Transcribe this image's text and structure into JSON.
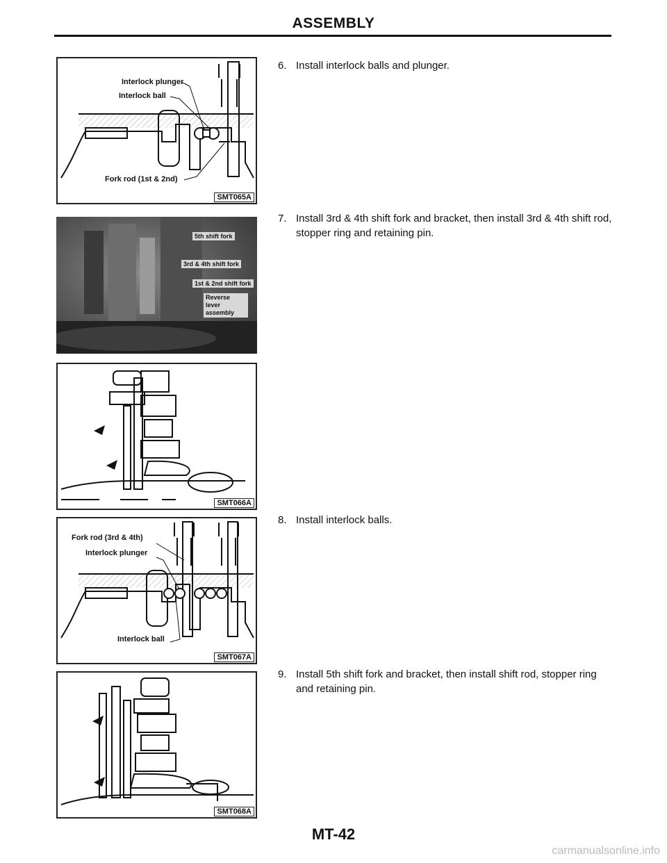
{
  "header": {
    "title": "ASSEMBLY"
  },
  "figures": [
    {
      "code": "SMT065A",
      "labels": [
        "Interlock plunger",
        "Interlock ball",
        "Fork rod (1st & 2nd)"
      ]
    },
    {
      "photo_labels": [
        "5th shift fork",
        "3rd & 4th shift fork",
        "1st & 2nd shift fork",
        "Reverse lever assembly"
      ]
    },
    {
      "code": "SMT066A"
    },
    {
      "code": "SMT067A",
      "labels": [
        "Fork rod (3rd & 4th)",
        "Interlock plunger",
        "Interlock ball"
      ]
    },
    {
      "code": "SMT068A"
    }
  ],
  "steps": [
    {
      "num": "6.",
      "text": "Install interlock balls and plunger."
    },
    {
      "num": "7.",
      "text": "Install 3rd & 4th shift fork and bracket, then install 3rd & 4th shift rod, stopper ring and retaining pin."
    },
    {
      "num": "8.",
      "text": "Install interlock balls."
    },
    {
      "num": "9.",
      "text": "Install 5th shift fork and bracket, then install shift rod, stopper ring and retaining pin."
    }
  ],
  "footer": {
    "page_number": "MT-42",
    "watermark": "carmanualsonline.info"
  }
}
